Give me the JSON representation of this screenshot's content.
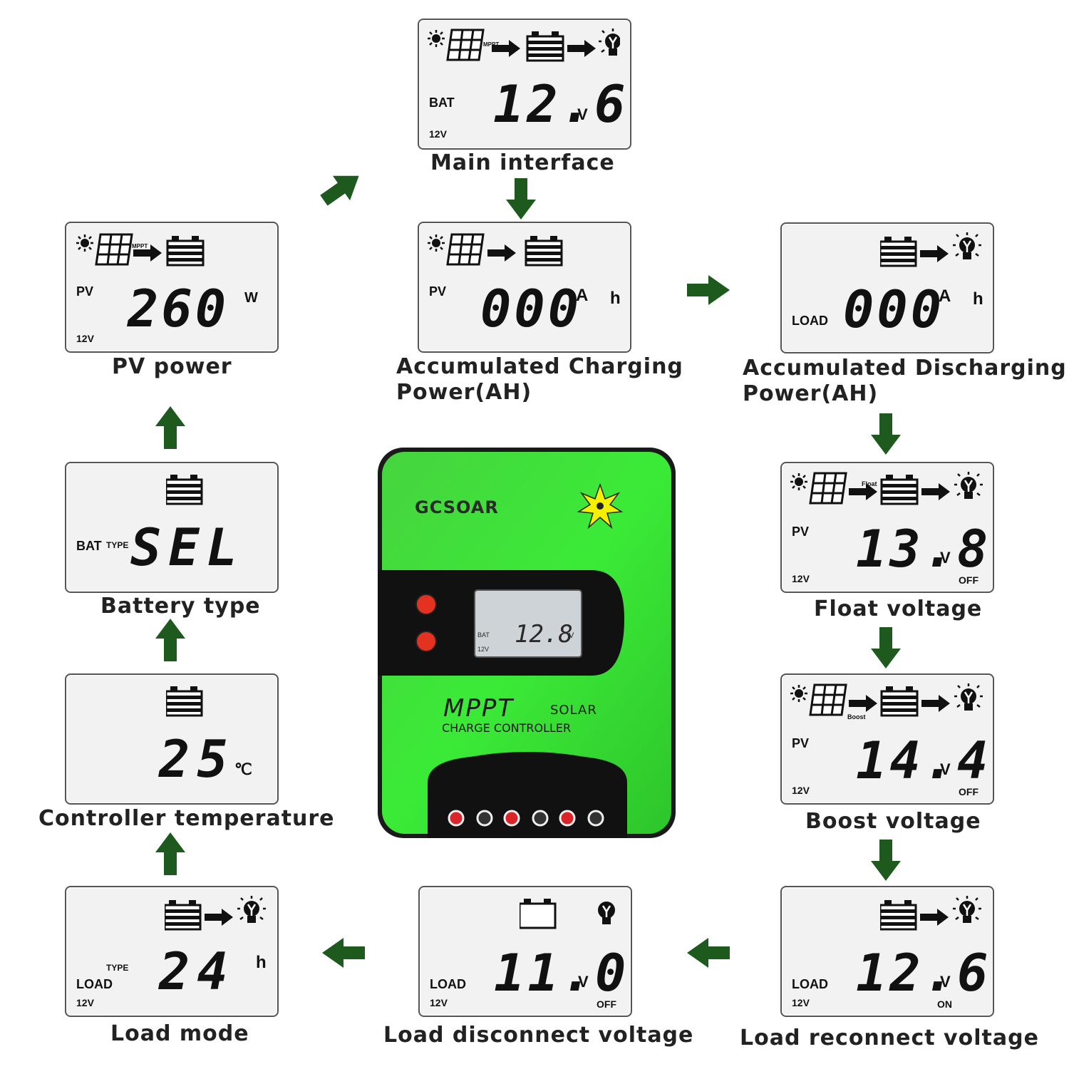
{
  "colors": {
    "arrow": "#1e5a1e",
    "device_green": "#3ee63a",
    "lcd_bg": "#f2f2f2"
  },
  "panels": {
    "main": {
      "reading": "12.6",
      "unit": "V",
      "left_label": "BAT",
      "voltage": "12V",
      "caption": "Main interface"
    },
    "charge_ah": {
      "reading": "000",
      "unit_a": "A",
      "unit_h": "h",
      "left_label": "PV",
      "caption_line1": "Accumulated Charging",
      "caption_line2": "Power(AH)"
    },
    "discharge_ah": {
      "reading": "000",
      "unit_a": "A",
      "unit_h": "h",
      "left_label": "LOAD",
      "caption_line1": "Accumulated Discharging",
      "caption_line2": "Power(AH)"
    },
    "pv_power": {
      "reading": "260",
      "unit": "W",
      "left_label": "PV",
      "voltage": "12V",
      "mppt_tag": "MPPT",
      "caption": "PV power"
    },
    "battery_type": {
      "reading": "SEL",
      "left_label": "BAT",
      "type_label": "TYPE",
      "caption": "Battery type"
    },
    "float_voltage": {
      "reading": "13.8",
      "unit": "V",
      "left_label": "PV",
      "voltage": "12V",
      "state": "OFF",
      "tag": "Float",
      "caption": "Float voltage"
    },
    "controller_temp": {
      "reading": "25",
      "unit": "℃",
      "caption": "Controller  temperature"
    },
    "boost_voltage": {
      "reading": "14.4",
      "unit": "V",
      "left_label": "PV",
      "voltage": "12V",
      "state": "OFF",
      "tag": "Boost",
      "caption": "Boost voltage"
    },
    "load_mode": {
      "reading": "24",
      "unit": "h",
      "left_label": "LOAD",
      "type_label": "TYPE",
      "voltage": "12V",
      "caption": "Load mode"
    },
    "load_disconnect": {
      "reading": "11.0",
      "unit": "V",
      "left_label": "LOAD",
      "voltage": "12V",
      "state": "OFF",
      "caption": "Load  disconnect  voltage"
    },
    "load_reconnect": {
      "reading": "12.6",
      "unit": "V",
      "left_label": "LOAD",
      "voltage": "12V",
      "state": "ON",
      "caption": "Load  reconnect  voltage"
    }
  },
  "device": {
    "brand": "GCSOAR",
    "title": "MPPT",
    "subtitle": "SOLAR",
    "subtitle2": "CHARGE CONTROLLER",
    "lcd_reading": "12.8",
    "lcd_unit": "V",
    "lcd_label": "BAT",
    "lcd_voltage": "12V"
  }
}
